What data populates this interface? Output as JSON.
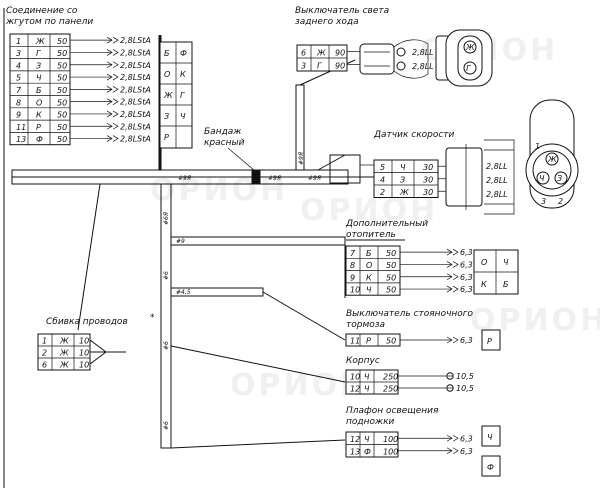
{
  "labels": {
    "panel_connection": [
      "Соединение со",
      "жгутом по панели"
    ],
    "reverse_light_switch": [
      "Выключатель света",
      "заднего хода"
    ],
    "red_band": [
      "Бандаж",
      "красный"
    ],
    "speed_sensor": "Датчик скорости",
    "extra_heater": [
      "Дополнительный",
      "отопитель"
    ],
    "parking_brake_switch": [
      "Выключатель стояночного",
      "тормоза"
    ],
    "body_ground": "Корпус",
    "step_lamp": [
      "Плафон освещения",
      "подножки"
    ],
    "wire_splice": "Сбивка проводов"
  },
  "panel_table": [
    [
      "1",
      "Ж",
      "50"
    ],
    [
      "3",
      "Г",
      "50"
    ],
    [
      "4",
      "З",
      "50"
    ],
    [
      "5",
      "Ч",
      "50"
    ],
    [
      "7",
      "Б",
      "50"
    ],
    [
      "8",
      "О",
      "50"
    ],
    [
      "9",
      "К",
      "50"
    ],
    [
      "11",
      "Р",
      "50"
    ],
    [
      "13",
      "Ф",
      "50"
    ]
  ],
  "panel_terminal": "2,8LStA",
  "panel_connector": [
    [
      "Б",
      "Ф"
    ],
    [
      "О",
      "К"
    ],
    [
      "Ж",
      "Г"
    ],
    [
      "З",
      "Ч"
    ],
    [
      "Р",
      ""
    ]
  ],
  "reverse_table": [
    [
      "6",
      "Ж",
      "90"
    ],
    [
      "3",
      "Г",
      "90"
    ]
  ],
  "reverse_terminal": "2,8LL",
  "reverse_connector": [
    "Ж",
    "Г"
  ],
  "speed_table": [
    [
      "5",
      "Ч",
      "30"
    ],
    [
      "4",
      "З",
      "30"
    ],
    [
      "2",
      "Ж",
      "30"
    ]
  ],
  "speed_terminal": "2,8LL",
  "speed_connector": [
    "1",
    "Ж",
    "Ч",
    "З",
    "3",
    "2"
  ],
  "heater_table": [
    [
      "7",
      "Б",
      "50"
    ],
    [
      "8",
      "О",
      "50"
    ],
    [
      "9",
      "К",
      "50"
    ],
    [
      "10",
      "Ч",
      "50"
    ]
  ],
  "heater_terminal": "6,3",
  "heater_connector": [
    "О",
    "Ч",
    "К",
    "Б"
  ],
  "brake_table": [
    [
      "11",
      "Р",
      "50"
    ]
  ],
  "brake_terminal": "6,3",
  "brake_connector": "Р",
  "ground_table": [
    [
      "10",
      "Ч",
      "250"
    ],
    [
      "12",
      "Ч",
      "250"
    ]
  ],
  "ground_terminal": "10,5",
  "lamp_table": [
    [
      "12",
      "Ч",
      "100"
    ],
    [
      "13",
      "Ф",
      "100"
    ]
  ],
  "lamp_terminal": "6,3",
  "lamp_connectors": [
    "Ч",
    "Ф"
  ],
  "splice_table": [
    [
      "1",
      "Ж",
      "10"
    ],
    [
      "2",
      "Ж",
      "10"
    ],
    [
      "6",
      "Ж",
      "10"
    ]
  ],
  "splice_mark": "*",
  "harness_marks": [
    "#9Я",
    "#9Я",
    "#9Я",
    "#9Я",
    "#6Я",
    "#9",
    "#6",
    "#4,5",
    "#6",
    "#6"
  ],
  "watermark": "ОРИОН"
}
